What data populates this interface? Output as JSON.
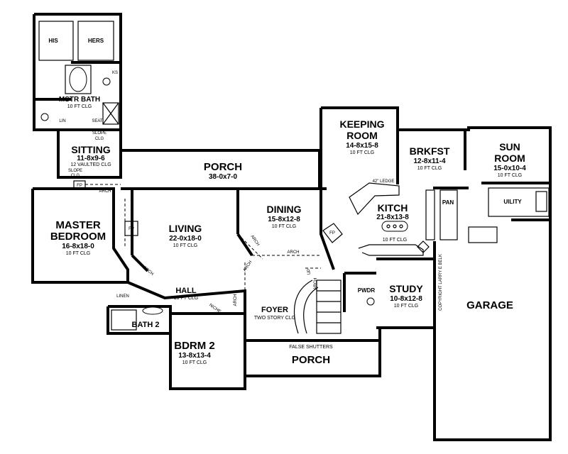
{
  "rooms": {
    "his": "HIS",
    "hers": "HERS",
    "ks": "KS",
    "mstr_bath": {
      "name": "MSTR BATH",
      "note": "10 FT CLG"
    },
    "lin_top": "LIN",
    "seat": "SEAT",
    "slope_top": {
      "line1": "SLOPE",
      "line2": "CLG"
    },
    "sitting": {
      "name": "SITTING",
      "dim": "11-8x9-6",
      "note": "12 VAULTED CLG"
    },
    "slope_bottom": {
      "line1": "SLOPE",
      "line2": "CLG"
    },
    "porch_rear": {
      "name": "PORCH",
      "dim": "38-0x7-0"
    },
    "keeping": {
      "name1": "KEEPING",
      "name2": "ROOM",
      "dim": "14-8x15-8",
      "note": "10 FT CLG"
    },
    "brkfst": {
      "name": "BRKFST",
      "dim": "12-8x11-4",
      "note": "10 FT CLG"
    },
    "sun": {
      "name1": "SUN",
      "name2": "ROOM",
      "dim": "15-0x10-4",
      "note": "10 FT CLG"
    },
    "master": {
      "name1": "MASTER",
      "name2": "BEDROOM",
      "dim": "16-8x18-0",
      "note": "10 FT CLG"
    },
    "living": {
      "name": "LIVING",
      "dim": "22-0x18-0",
      "note": "10 FT CLG"
    },
    "dining": {
      "name": "DINING",
      "dim": "15-8x12-8",
      "note": "10 FT CLG"
    },
    "kitch": {
      "name": "KITCH",
      "dim": "21-8x13-8",
      "note": "10 FT CLG"
    },
    "ledge": "42\" LEDGE",
    "pan": "PAN",
    "utility": "UILITY",
    "hall": {
      "name": "HALL",
      "note": "10 FT CLG"
    },
    "foyer": {
      "name": "FOYER",
      "note": "TWO STORY CLG"
    },
    "pwdr": "PWDR",
    "study": {
      "name": "STUDY",
      "dim": "10-8x12-8",
      "note": "10 FT CLG"
    },
    "garage": "GARAGE",
    "bath2": "BATH 2",
    "linen": "LINEN",
    "niche": "NICHE",
    "bdrm2": {
      "name": "BDRM 2",
      "dim": "13-8x13-4",
      "note": "10 FT CLG"
    },
    "porch_front": {
      "name": "PORCH",
      "note": "FALSE SHUTTERS"
    }
  },
  "labels": {
    "fp": "FP",
    "arch": "ARCH",
    "up": "UP",
    "copyright": "COPYRIGHT LARRY E BELK"
  }
}
